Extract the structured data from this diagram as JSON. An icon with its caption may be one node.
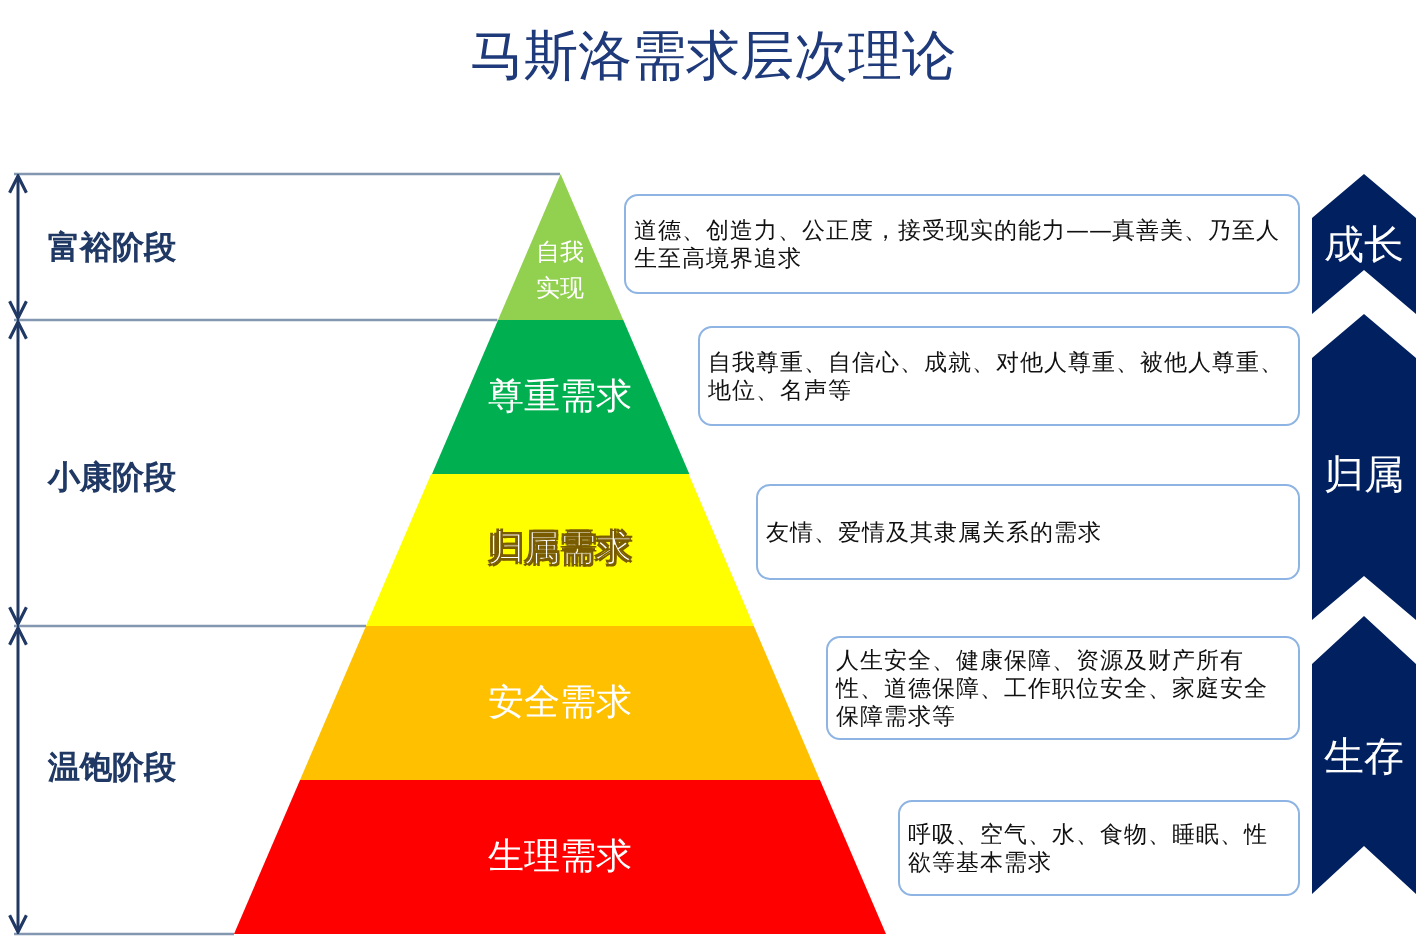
{
  "diagram": {
    "title": "马斯洛需求层次理论",
    "nodes": [
      {
        "text": [
          "自我实现"
        ]
      },
      {
        "text": [
          "尊重需求"
        ]
      },
      {
        "text": [
          "归属需求"
        ]
      },
      {
        "text": [
          "安全需求"
        ]
      },
      {
        "text": [
          "生理需求"
        ]
      },
      {
        "text": [
          "道德、创造力、公正度，接受现实的能力——真善美、乃至人生至高境界追求"
        ]
      },
      {
        "text": [
          "自我尊重、自信心、成就、对他人尊重、被他人尊重、地位、名声等"
        ]
      },
      {
        "text": [
          "友情、爱情及其隶属关系的需求"
        ]
      },
      {
        "text": [
          "人生安全、健康保障、资源及财产所有性、道德保障、工作职位安全、家庭安全保障需求等"
        ]
      },
      {
        "text": [
          "呼吸、空气、水、食物、睡眠、性欲等基本需求"
        ]
      },
      {
        "text": [
          "成长"
        ]
      },
      {
        "text": [
          "归属"
        ]
      },
      {
        "text": [
          "生存"
        ]
      }
    ],
    "labels": [
      "富裕阶段",
      "小康阶段",
      "温饱阶段"
    ]
  }
}
